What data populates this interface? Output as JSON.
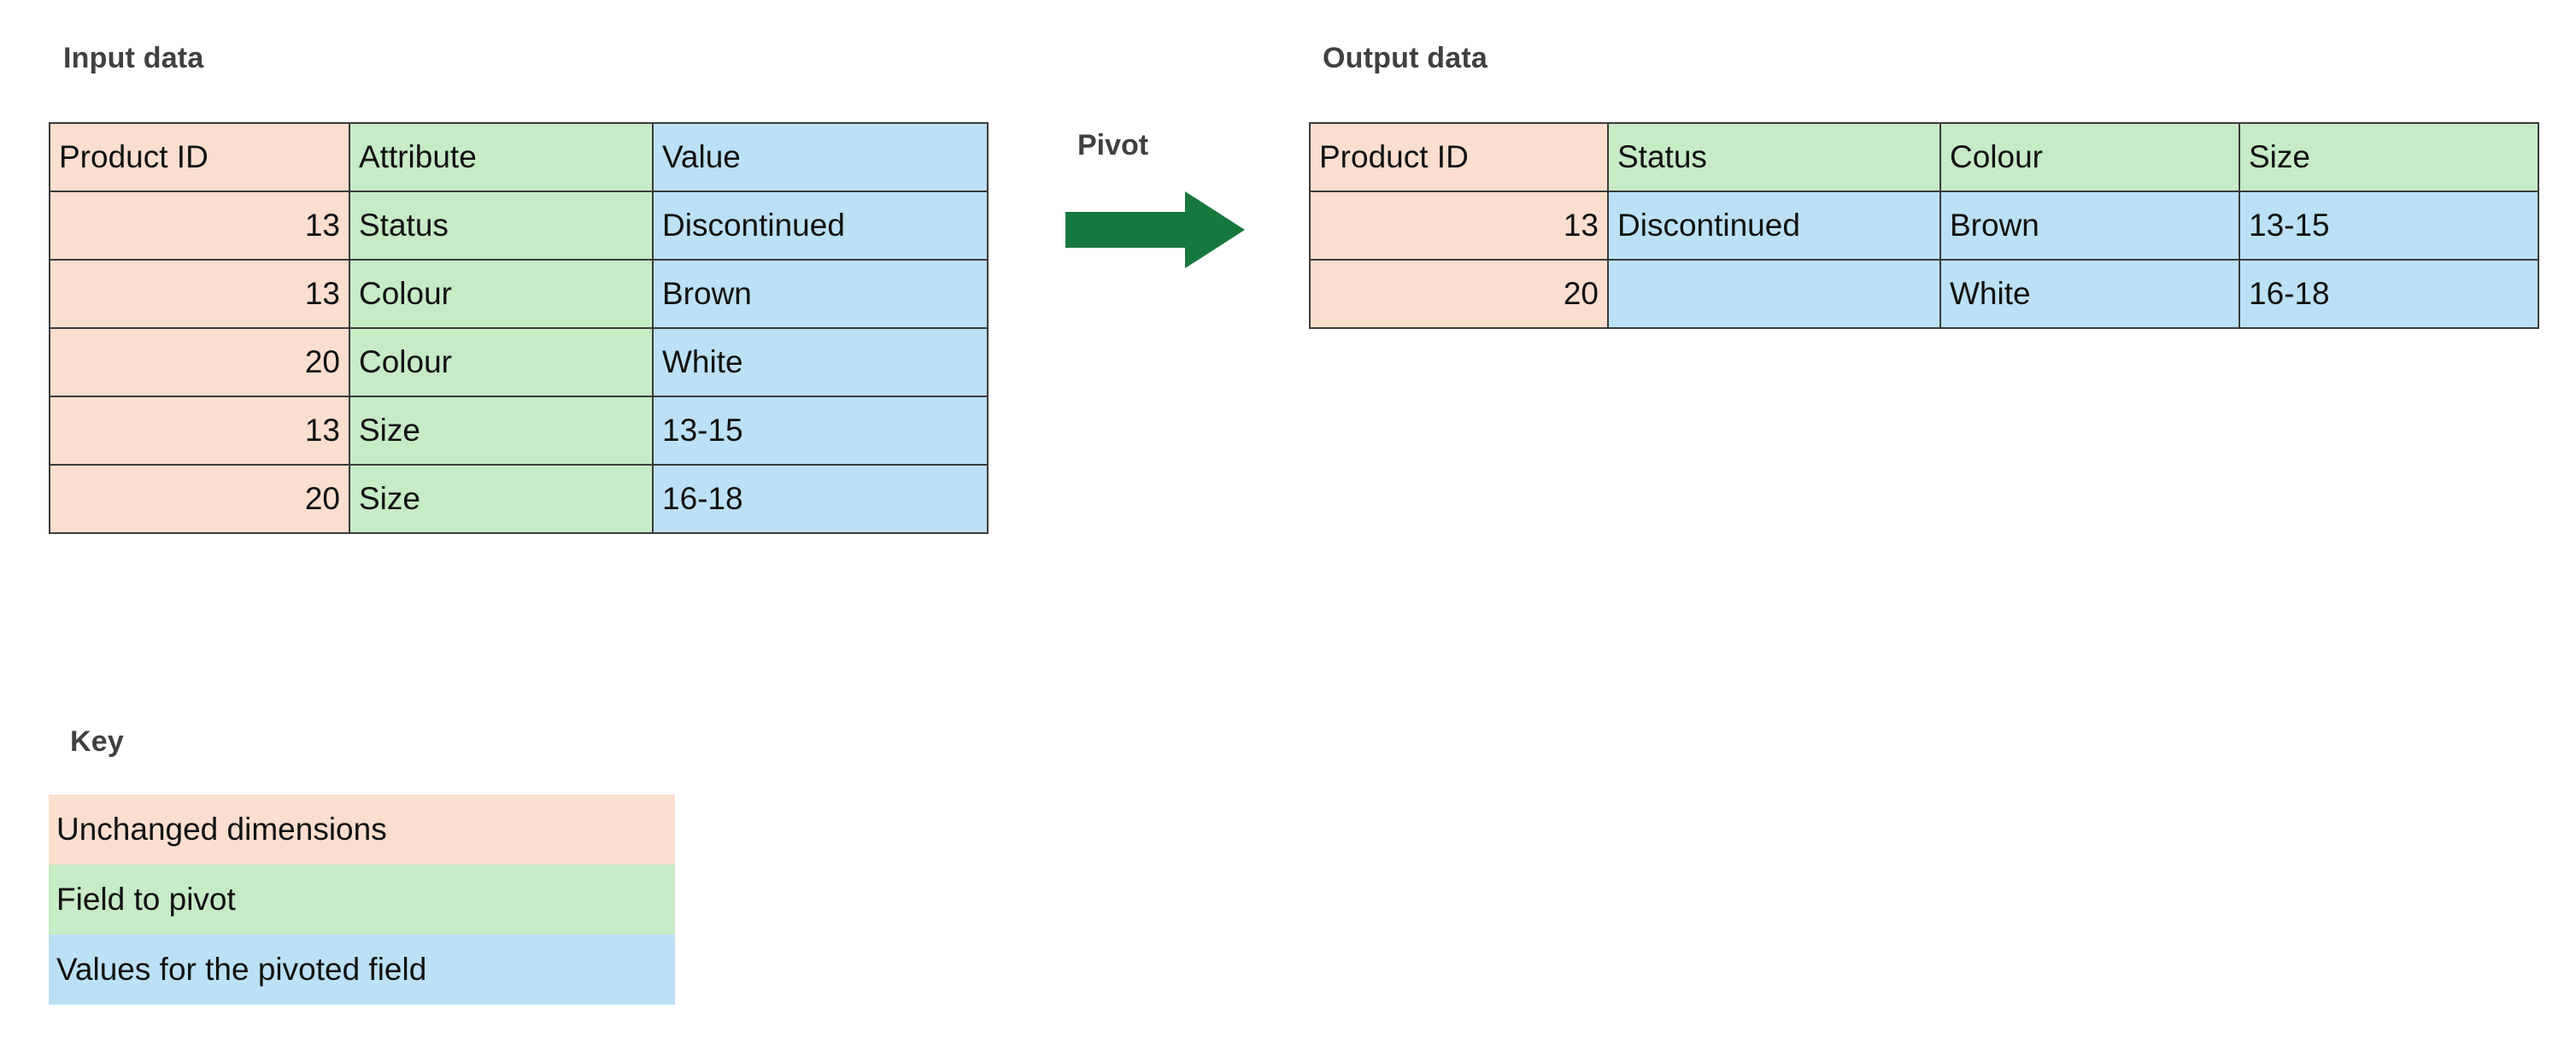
{
  "sections": {
    "input_title": "Input data",
    "output_title": "Output data",
    "key_title": "Key"
  },
  "pivot": {
    "label": "Pivot",
    "arrow_icon": "arrow-right-icon",
    "arrow_color": "#17783d"
  },
  "input_table": {
    "headers": [
      "Product ID",
      "Attribute",
      "Value"
    ],
    "rows": [
      {
        "product_id": "13",
        "attribute": "Status",
        "value": "Discontinued"
      },
      {
        "product_id": "13",
        "attribute": "Colour",
        "value": "Brown"
      },
      {
        "product_id": "20",
        "attribute": "Colour",
        "value": "White"
      },
      {
        "product_id": "13",
        "attribute": "Size",
        "value": "13-15"
      },
      {
        "product_id": "20",
        "attribute": "Size",
        "value": "16-18"
      }
    ]
  },
  "output_table": {
    "headers": [
      "Product ID",
      "Status",
      "Colour",
      "Size"
    ],
    "rows": [
      {
        "product_id": "13",
        "status": "Discontinued",
        "colour": "Brown",
        "size": "13-15"
      },
      {
        "product_id": "20",
        "status": "",
        "colour": "White",
        "size": "16-18"
      }
    ]
  },
  "key": {
    "items": [
      {
        "label": "Unchanged dimensions",
        "color": "#fbdece"
      },
      {
        "label": "Field to pivot",
        "color": "#c6ebc5"
      },
      {
        "label": "Values for the pivoted field",
        "color": "#bce0f5"
      }
    ]
  },
  "colors": {
    "unchanged_dimension": "#fbdece",
    "field_to_pivot": "#c6ebc5",
    "pivoted_values": "#bce0f5",
    "border": "#3b3b3b",
    "heading_text": "#404040",
    "arrow_green": "#17783d",
    "background": "#ffffff"
  }
}
